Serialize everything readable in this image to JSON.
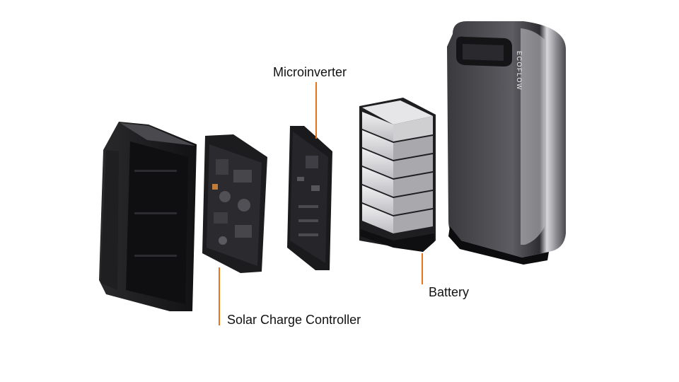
{
  "labels": {
    "microinverter": "Microinverter",
    "battery": "Battery",
    "solar_charge_controller": "Solar Charge Controller"
  },
  "brand_mark": "ECOFLOW",
  "colors": {
    "leader_line": "#E8741E",
    "background": "#FFFFFF",
    "casing_dark": "#1A1A1C",
    "battery_cell": "#D9D9DB",
    "housing_silver": "#9A9A9E"
  }
}
